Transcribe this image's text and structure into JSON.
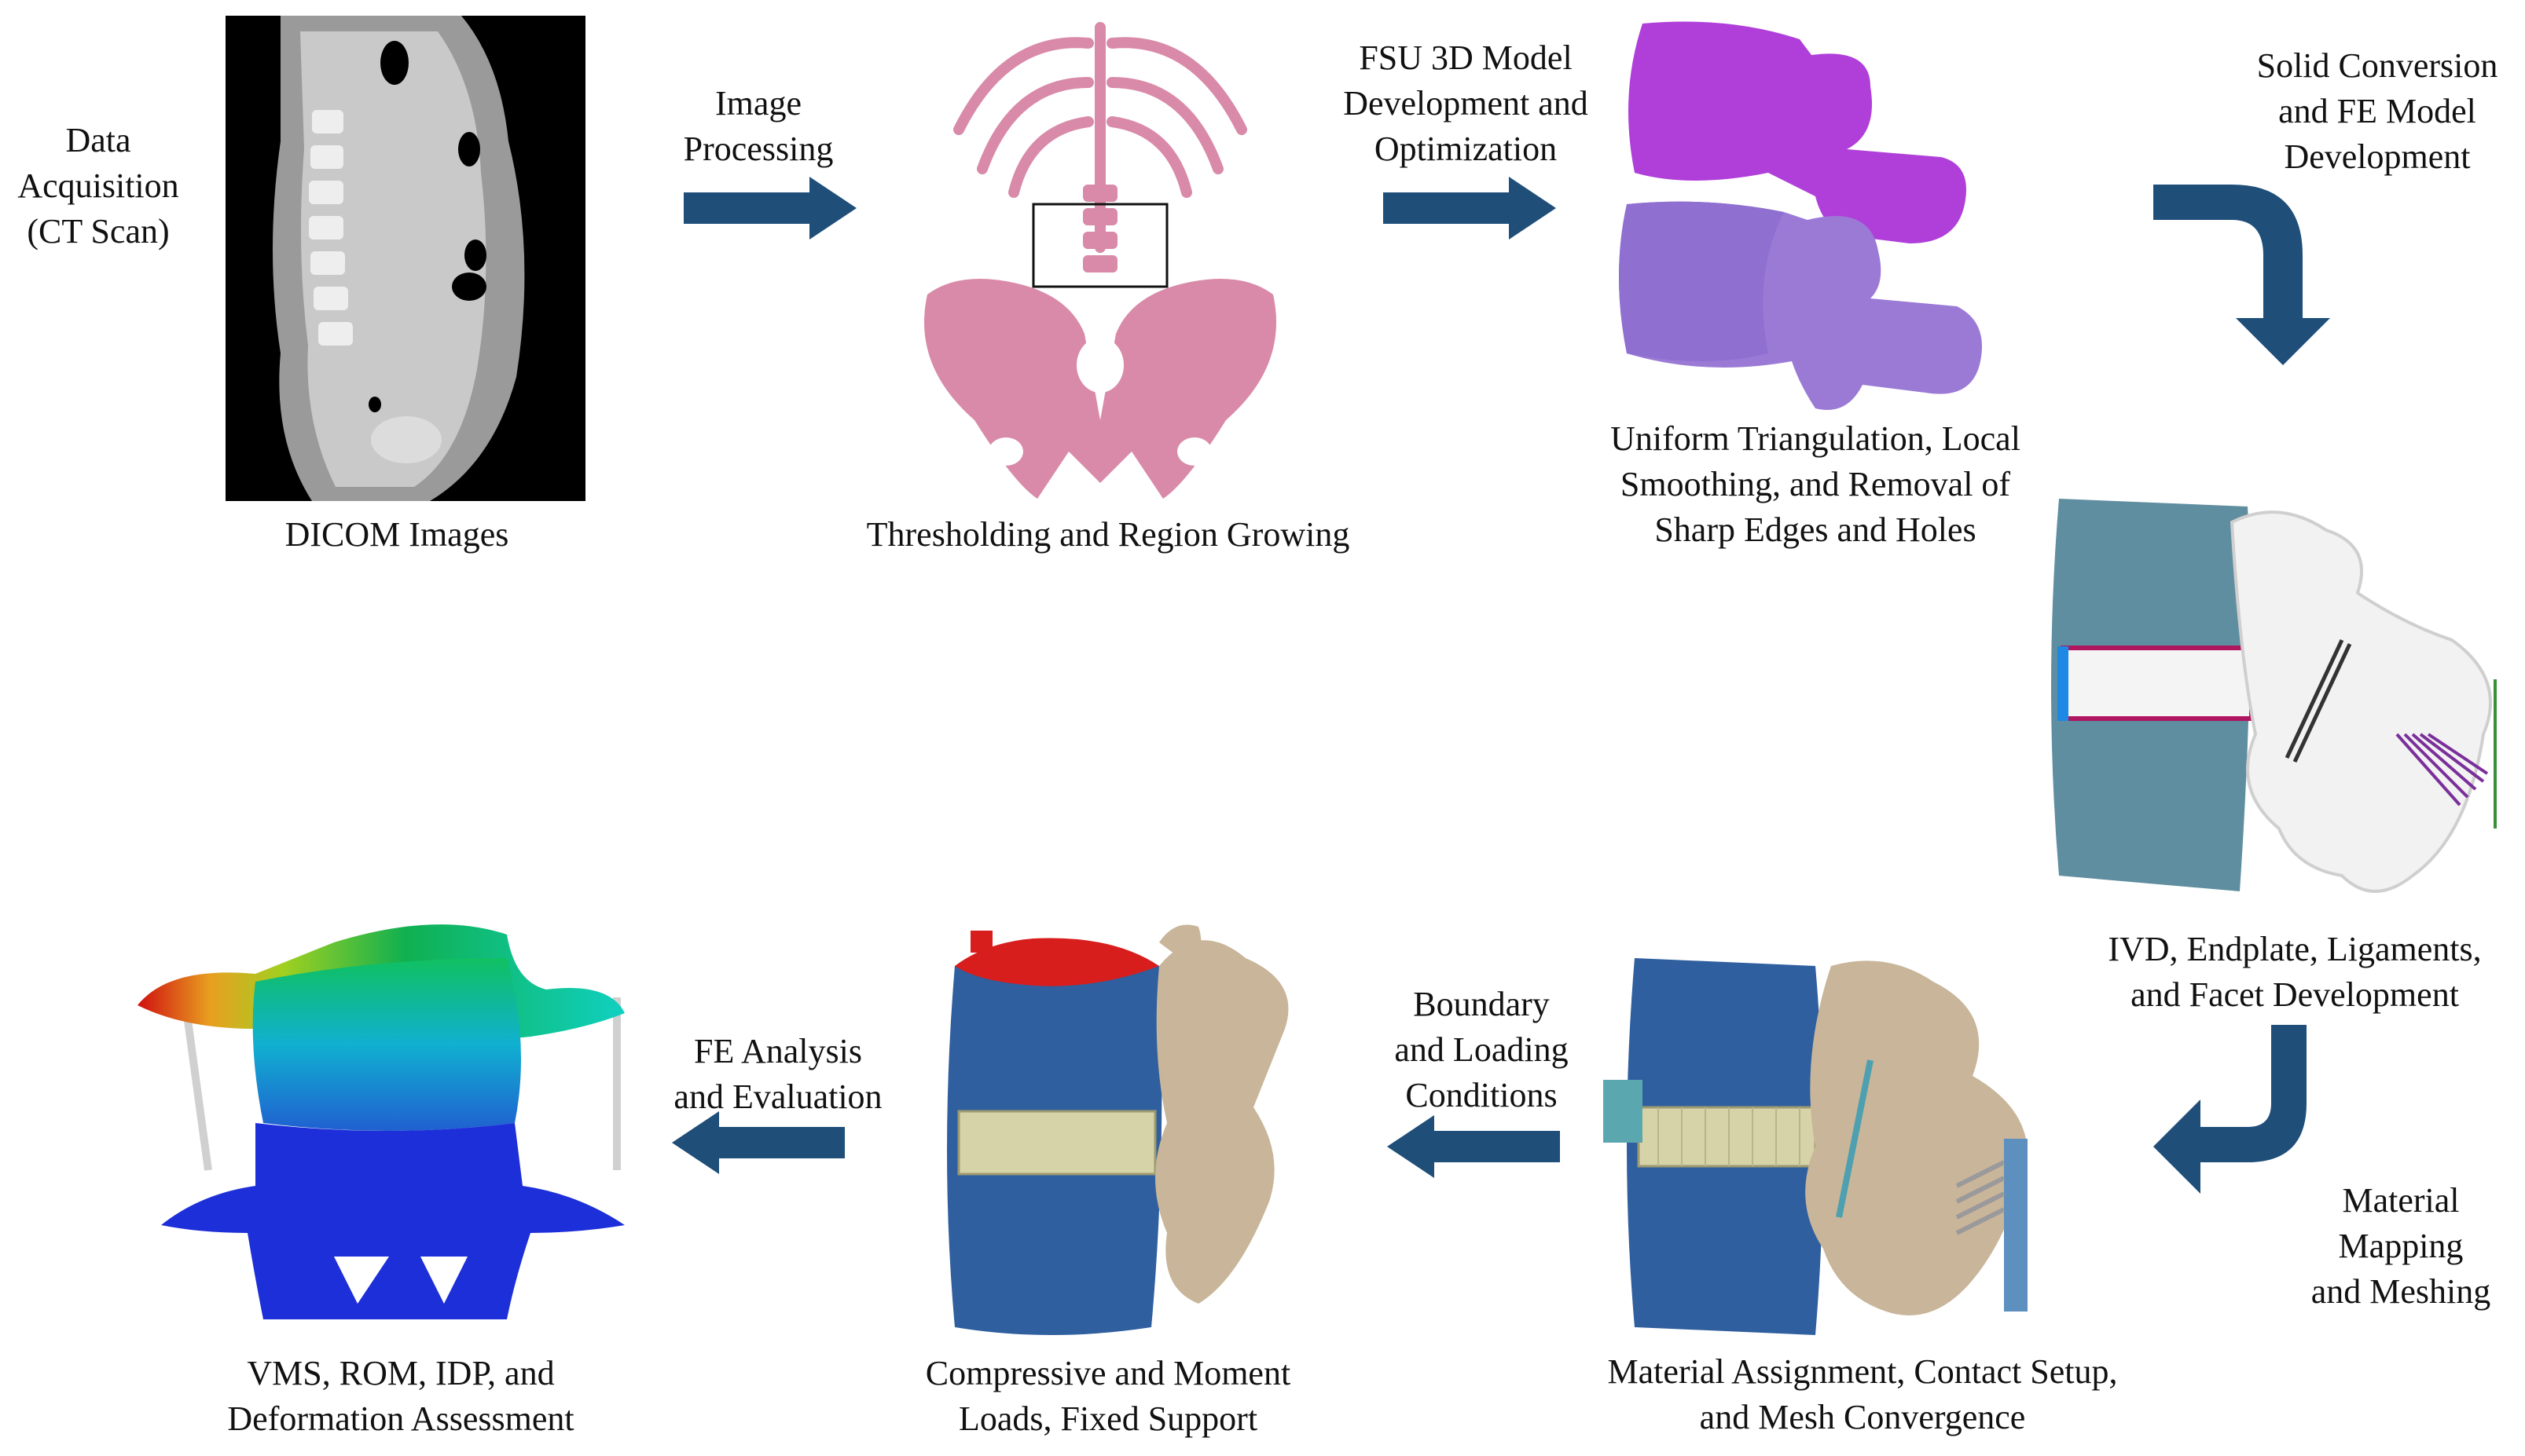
{
  "colors": {
    "arrow": "#1f4e79",
    "ct_background": "#000000",
    "skeleton_pink": "#d98aa8",
    "vertebra_upper": "#b03fd9",
    "vertebra_lower": "#9b7ad6",
    "body_teal": "#5f8ea0",
    "bone_white": "#f2f2f2",
    "body_blue": "#2f5f9e",
    "bone_tan": "#c8b59a",
    "disc_khaki": "#d7d3a8",
    "load_red": "#d81d1d"
  },
  "labels": {
    "data_acquisition": [
      "Data",
      "Acquisition",
      "(CT Scan)"
    ],
    "dicom": [
      "DICOM Images"
    ],
    "image_processing": [
      "Image",
      "Processing"
    ],
    "thresholding": [
      "Thresholding and Region Growing"
    ],
    "fsu_3d": [
      "FSU 3D Model",
      "Development and",
      "Optimization"
    ],
    "uniform": [
      "Uniform Triangulation, Local",
      "Smoothing, and Removal of",
      "Sharp Edges and Holes"
    ],
    "solid_conversion": [
      "Solid Conversion",
      "and FE Model",
      "Development"
    ],
    "ivd": [
      "IVD, Endplate, Ligaments,",
      "and Facet Development"
    ],
    "material_mapping": [
      "Material",
      "Mapping",
      "and Meshing"
    ],
    "material_assignment": [
      "Material Assignment, Contact Setup,",
      "and Mesh Convergence"
    ],
    "boundary": [
      "Boundary",
      "and Loading",
      "Conditions"
    ],
    "compressive": [
      "Compressive and Moment",
      "Loads, Fixed Support"
    ],
    "fe_analysis": [
      "FE Analysis",
      "and Evaluation"
    ],
    "vms": [
      "VMS, ROM, IDP, and",
      "Deformation Assessment"
    ]
  },
  "icons": {
    "ct_scan": "ct-sagittal-image",
    "skeleton": "pelvis-spine-segmentation",
    "fsu": "two-vertebrae-model",
    "ivd_model": "spine-segment-with-ligaments",
    "mesh_model": "meshed-spine-segment",
    "loaded_model": "loaded-spine-segment",
    "stress_map": "deformation-contour-map"
  }
}
